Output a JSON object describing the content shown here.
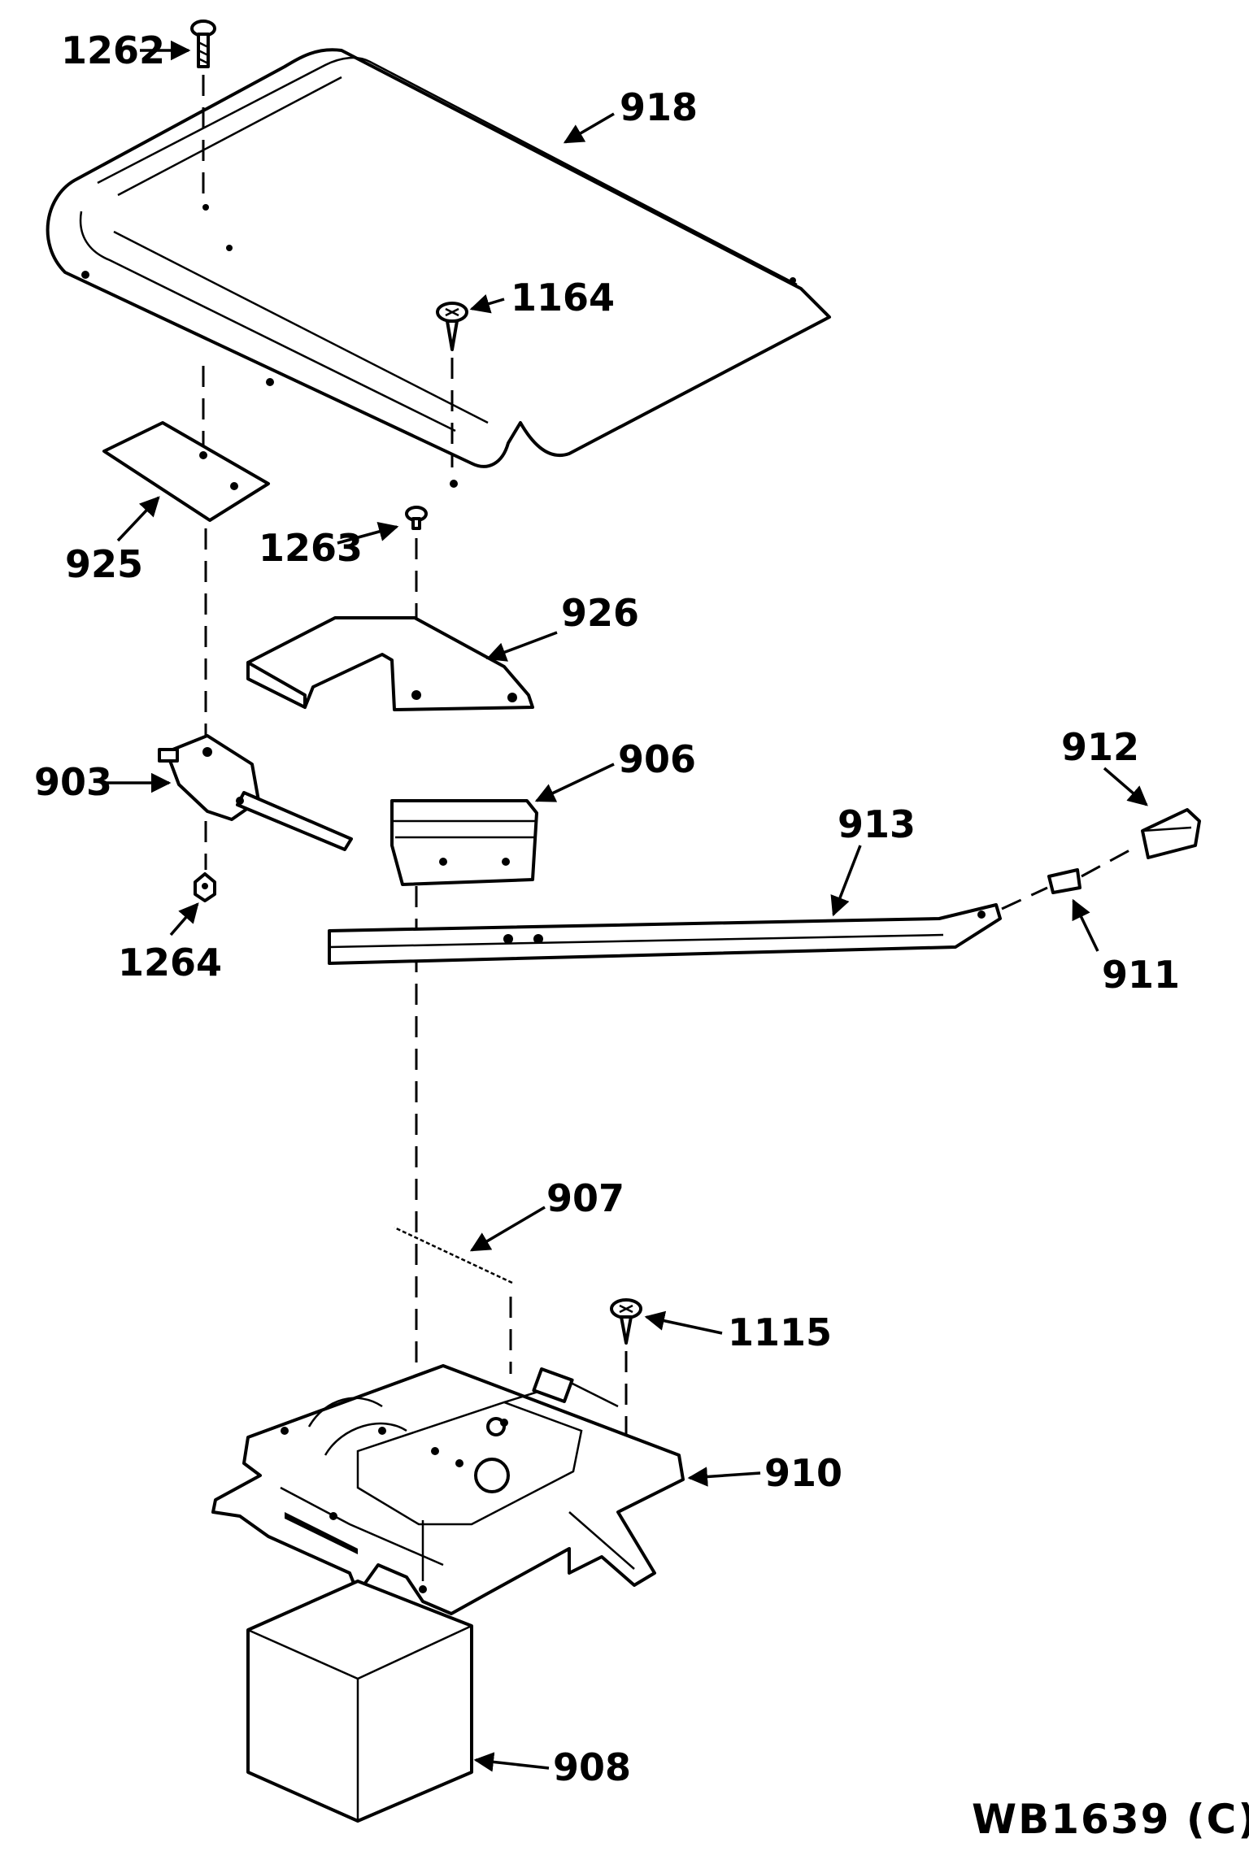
{
  "diagram": {
    "drawing_code": "WB1639 (C)",
    "callouts": {
      "p1262": "1262",
      "p918": "918",
      "p1164": "1164",
      "p925": "925",
      "p1263": "1263",
      "p926": "926",
      "p903": "903",
      "p906": "906",
      "p912": "912",
      "p913": "913",
      "p1264": "1264",
      "p911": "911",
      "p907": "907",
      "p1115": "1115",
      "p910": "910",
      "p908": "908"
    }
  }
}
